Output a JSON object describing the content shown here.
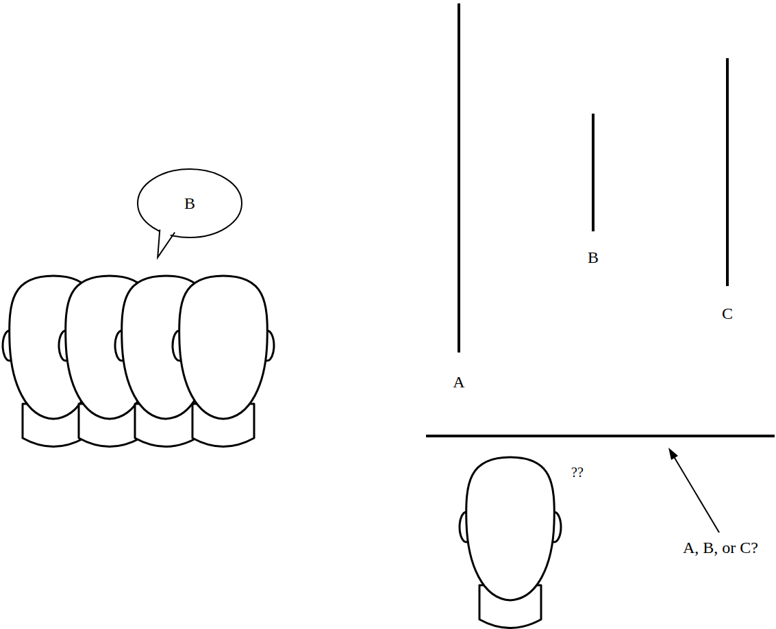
{
  "diagram": {
    "nodes": [
      {
        "text": [
          "B"
        ]
      }
    ],
    "labels": [
      "A",
      "B",
      "C",
      "??",
      "A, B, or C?"
    ]
  }
}
